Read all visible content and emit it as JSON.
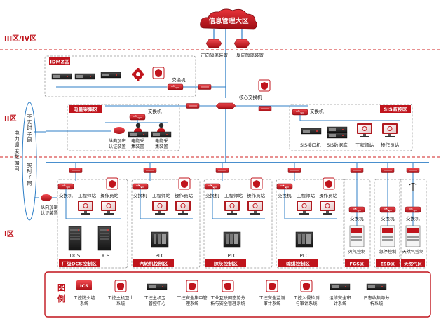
{
  "cloud_label": "信息管理大区",
  "zones": {
    "z34": "III区/IV区",
    "z2": "II区",
    "z1": "I区"
  },
  "gateways": {
    "forward": "正向隔离装置",
    "reverse": "反向隔离装置"
  },
  "core_switch": "核心交换机",
  "switch": "交换机",
  "idmz": {
    "title": "IDMZ区",
    "switch": "交换机"
  },
  "power_collect": {
    "title": "电量采集区",
    "switch": "交换机",
    "items": [
      "纵向加密\n认证装置",
      "电能采\n集装置",
      "电能采\n集装置"
    ]
  },
  "sis": {
    "title": "SIS监控区",
    "switch": "交换机",
    "items": [
      "SIS接口机",
      "SIS数据库",
      "工程师站",
      "操作员站"
    ]
  },
  "side_network": {
    "main": "电力调度数据网",
    "non_realtime": "非实时子网",
    "realtime": "实时子网",
    "device": "纵向加密\n认证装置"
  },
  "control_zones": [
    {
      "label": "厂级DCS控制区",
      "switch": "交换机",
      "eng": "工程师站",
      "op": "操作员站",
      "ctrl": [
        "DCS",
        "DCS"
      ]
    },
    {
      "label": "汽轮机控制区",
      "switch": "交换机",
      "eng": "工程师站",
      "op": "操作员站",
      "ctrl": [
        "PLC"
      ]
    },
    {
      "label": "除灰控制区",
      "switch": "交换机",
      "eng": "工程师站",
      "op": "操作员站",
      "ctrl": [
        "PLC"
      ]
    },
    {
      "label": "输煤控制区",
      "switch": "交换机",
      "eng": "工程师站",
      "op": "操作员站",
      "ctrl": [
        "PLC"
      ]
    }
  ],
  "small_zones": [
    {
      "label": "FGS区",
      "switch": "交换机",
      "device": "火气控制"
    },
    {
      "label": "ESD区",
      "switch": "交换机",
      "device": "急停控制"
    },
    {
      "label": "天然气区",
      "switch": "交换机",
      "device": "天然气控制"
    }
  ],
  "legend": {
    "title": "图例",
    "ics_tag": "ICS",
    "items": [
      "工控防火墙\n系统",
      "工控主机卫士\n系统",
      "工控主机卫士\n管控中心",
      "工控安全集中管\n理系统",
      "工业互联网态势分\n析与安全管理系统",
      "工控安全监测\n审计系统",
      "工控入侵检测\n与审计系统",
      "运维安全审\n计系统",
      "日志收集与分\n析系统"
    ]
  },
  "colors": {
    "accent": "#c0141c",
    "line": "#2f7fc7",
    "dash": "#d22020",
    "panel_border": "#999999"
  }
}
